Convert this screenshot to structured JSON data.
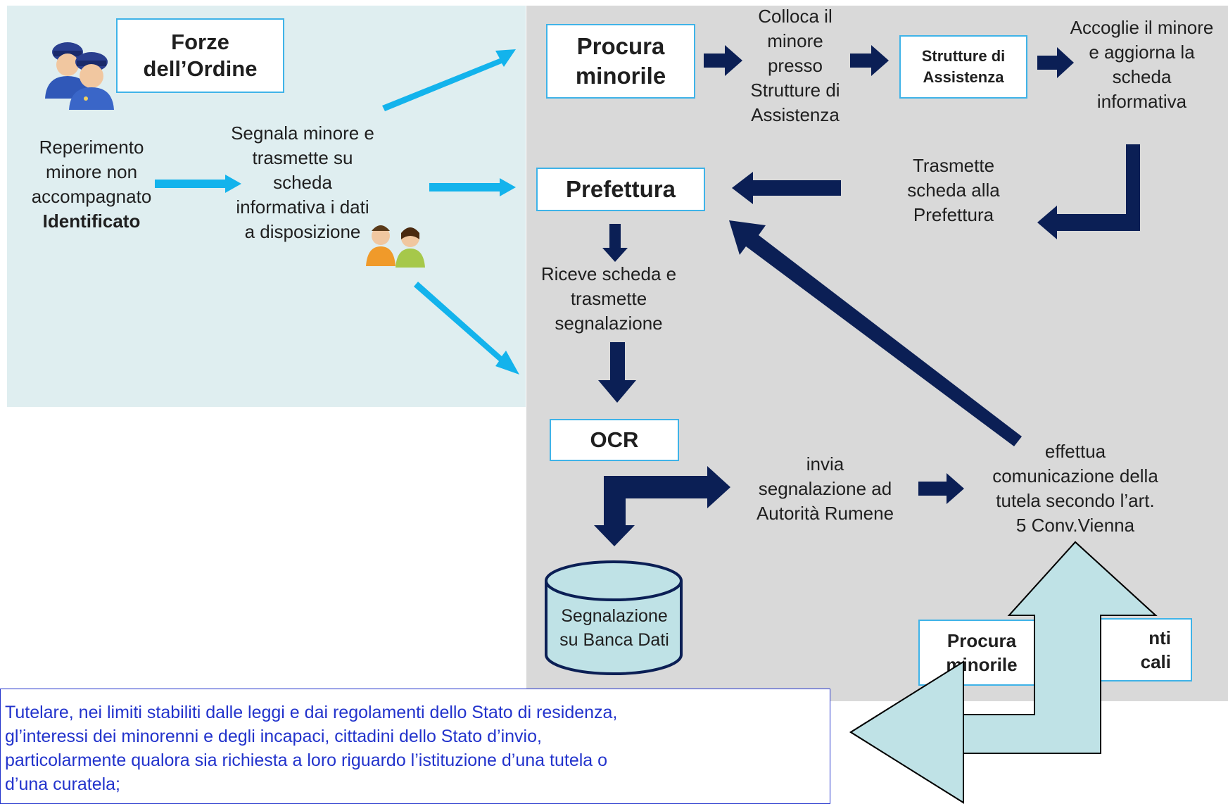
{
  "left_panel": {
    "title_box": "Forze dell’Ordine",
    "reperimento_line1": "Reperimento",
    "reperimento_line2": "minore non",
    "reperimento_line3": "accompagnato",
    "reperimento_bold": "Identificato",
    "segnala_line1": "Segnala minore e",
    "segnala_line2": "trasmette su",
    "segnala_line3": "scheda",
    "segnala_line4": "informativa i dati",
    "segnala_line5": "a disposizione"
  },
  "right_panel": {
    "procura_box": "Procura minorile",
    "colloca_line1": "Colloca il",
    "colloca_line2": "minore",
    "colloca_line3": "presso",
    "colloca_line4": "Strutture di",
    "colloca_line5": "Assistenza",
    "strutture_box": "Strutture di Assistenza",
    "accoglie_line1": "Accoglie il minore",
    "accoglie_line2": "e aggiorna la",
    "accoglie_line3": "scheda",
    "accoglie_line4": "informativa",
    "prefettura_box": "Prefettura",
    "trasmette_line1": "Trasmette",
    "trasmette_line2": "scheda alla",
    "trasmette_line3": "Prefettura",
    "riceve_line1": "Riceve scheda e",
    "riceve_line2": "trasmette",
    "riceve_line3": "segnalazione",
    "ocr_box": "OCR",
    "invia_line1": "invia",
    "invia_line2": "segnalazione ad",
    "invia_line3": "Autorità Rumene",
    "effettua_line1": "effettua",
    "effettua_line2": "comunicazione della",
    "effettua_line3": "tutela secondo l’art.",
    "effettua_line4": "5 Conv.Vienna",
    "db_line1": "Segnalazione",
    "db_line2": "su Banca Dati",
    "bottom_box1_line1": "Procura",
    "bottom_box1_line2": "minorile",
    "bottom_box2_line1": "nti",
    "bottom_box2_line2": "cali"
  },
  "note": {
    "line1": "Tutelare, nei limiti stabiliti dalle leggi e dai regolamenti dello Stato di residenza,",
    "line2": "gl’interessi dei minorenni e degli incapaci, cittadini dello Stato d’invio,",
    "line3": "particolarmente qualora sia richiesta a loro riguardo l’istituzione d’una tutela o",
    "line4": "d’una curatela;"
  },
  "colors": {
    "light_arrow": "#13b3ec",
    "dark_arrow": "#0b1f55",
    "box_border": "#3fb3e8",
    "note_text": "#2233cc",
    "db_fill": "#bfe2e6",
    "big_arrow_fill": "#bfe2e6"
  },
  "icons": [
    "police-officers-icon",
    "people-icon",
    "database-icon",
    "u-turn-arrow-icon"
  ]
}
